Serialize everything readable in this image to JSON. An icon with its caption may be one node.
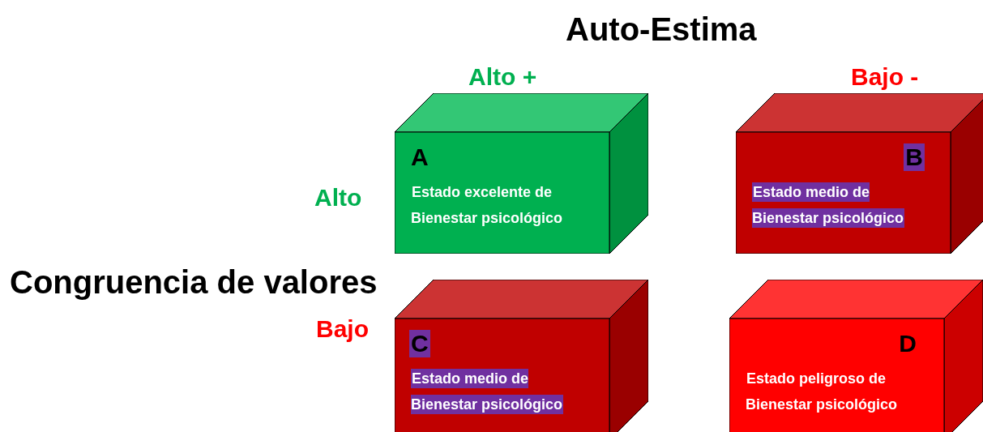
{
  "diagram": {
    "title": "Auto-Estima",
    "nodes": [
      {
        "text": [
          "A",
          "Estado excelente de Bienestar psicológico"
        ]
      },
      {
        "text": [
          "B",
          "Estado medio de Bienestar psicológico"
        ]
      },
      {
        "text": [
          "C",
          "Estado medio de Bienestar psicológico"
        ]
      },
      {
        "text": [
          "D",
          "Estado peligroso de Bienestar psicológico"
        ]
      }
    ],
    "labels": [
      "Alto +",
      "Bajo -",
      "Alto",
      "Congruencia de valores",
      "Bajo"
    ]
  }
}
